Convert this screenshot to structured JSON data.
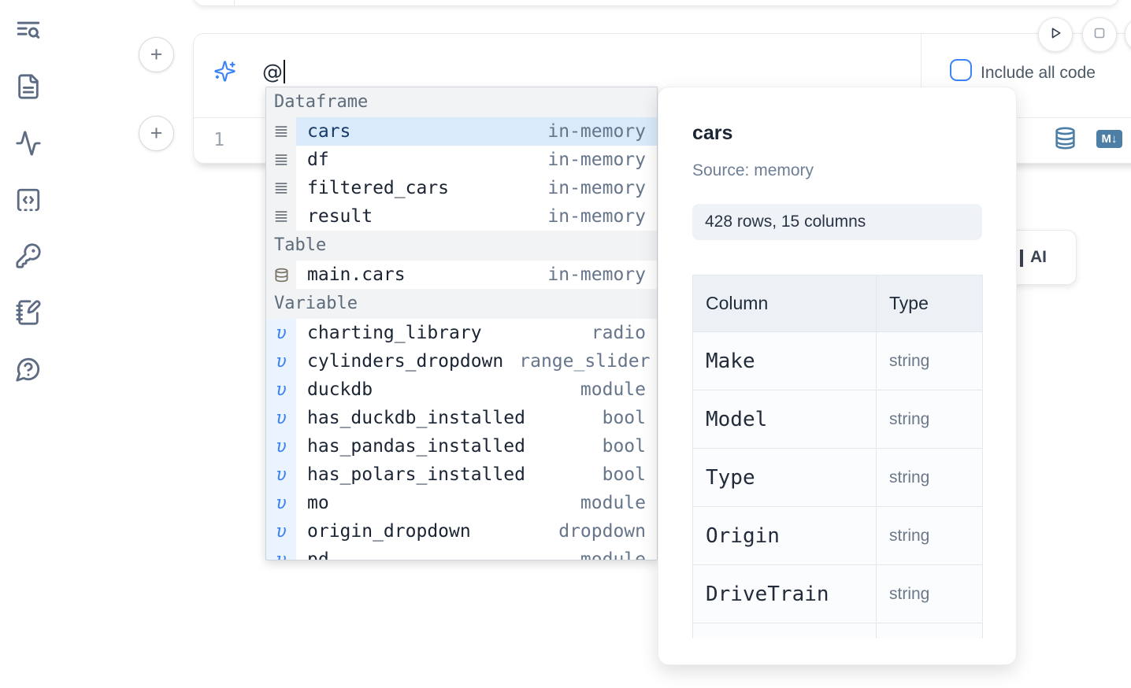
{
  "colors": {
    "accent_blue": "#3c83f6",
    "steel_blue": "#4d7ea6",
    "selected_row_bg": "#d9eafb",
    "section_header_bg": "#f1f3f5",
    "variable_gutter_bg": "#eaf3fe"
  },
  "sidebar": {
    "icons": [
      {
        "name": "text-search-icon"
      },
      {
        "name": "file-text-icon"
      },
      {
        "name": "activity-icon"
      },
      {
        "name": "code-square-icon"
      },
      {
        "name": "key-icon"
      },
      {
        "name": "notebook-pen-icon"
      },
      {
        "name": "help-chat-icon"
      }
    ]
  },
  "cell": {
    "ai_input": {
      "value": "@",
      "icon": "sparkles-icon"
    },
    "include_all_code": {
      "label": "Include all code",
      "checked": false
    },
    "line_number": "1",
    "editor_icons": [
      {
        "name": "database-icon"
      },
      {
        "name": "markdown-icon",
        "glyph": "M↓"
      }
    ],
    "run_button_icon": "play-icon",
    "stop_button_icon": "stop-icon"
  },
  "autocomplete": {
    "sections": [
      {
        "label": "Dataframe",
        "icon": "rows-icon",
        "items": [
          {
            "name": "cars",
            "detail": "in-memory",
            "selected": true
          },
          {
            "name": "df",
            "detail": "in-memory"
          },
          {
            "name": "filtered_cars",
            "detail": "in-memory"
          },
          {
            "name": "result",
            "detail": "in-memory"
          }
        ]
      },
      {
        "label": "Table",
        "icon": "database-icon",
        "items": [
          {
            "name": "main.cars",
            "detail": "in-memory"
          }
        ]
      },
      {
        "label": "Variable",
        "icon": "variable-icon",
        "glyph": "υ",
        "items": [
          {
            "name": "charting_library",
            "detail": "radio"
          },
          {
            "name": "cylinders_dropdown",
            "detail": "range_slider"
          },
          {
            "name": "duckdb",
            "detail": "module"
          },
          {
            "name": "has_duckdb_installed",
            "detail": "bool"
          },
          {
            "name": "has_pandas_installed",
            "detail": "bool"
          },
          {
            "name": "has_polars_installed",
            "detail": "bool"
          },
          {
            "name": "mo",
            "detail": "module"
          },
          {
            "name": "origin_dropdown",
            "detail": "dropdown"
          },
          {
            "name": "pd",
            "detail": "module"
          }
        ]
      }
    ]
  },
  "preview": {
    "title": "cars",
    "source": "Source: memory",
    "summary": "428 rows, 15 columns",
    "table": {
      "headers": [
        "Column",
        "Type"
      ],
      "rows": [
        [
          "Make",
          "string"
        ],
        [
          "Model",
          "string"
        ],
        [
          "Type",
          "string"
        ],
        [
          "Origin",
          "string"
        ],
        [
          "DriveTrain",
          "string"
        ]
      ]
    }
  },
  "ai_button": {
    "visible_text": "AI"
  }
}
